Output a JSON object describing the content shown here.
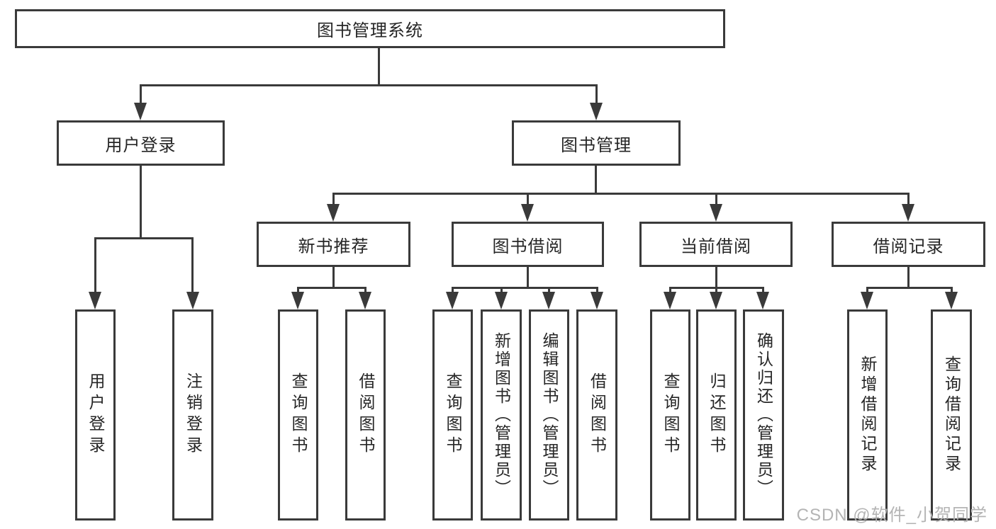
{
  "colors": {
    "line": "#3a3a3a",
    "box_border": "#3a3a3a",
    "text": "#262626",
    "watermark": "#b4b4b4",
    "background": "#ffffff"
  },
  "nodes": {
    "root": {
      "label": "图书管理系统"
    },
    "level2": [
      {
        "id": "user-login",
        "label": "用户登录"
      },
      {
        "id": "book-management",
        "label": "图书管理"
      }
    ],
    "level3": [
      {
        "id": "new-book-recommendation",
        "label": "新书推荐"
      },
      {
        "id": "book-borrowing",
        "label": "图书借阅"
      },
      {
        "id": "current-borrowing",
        "label": "当前借阅"
      },
      {
        "id": "borrowing-records",
        "label": "借阅记录"
      }
    ],
    "leaves": [
      {
        "id": "user-login",
        "label": "用户登录"
      },
      {
        "id": "logout",
        "label": "注销登录"
      },
      {
        "id": "newbook-query-books",
        "label": "查询图书"
      },
      {
        "id": "newbook-borrow-books",
        "label": "借阅图书"
      },
      {
        "id": "borrow-query-books",
        "label": "查询图书"
      },
      {
        "id": "borrow-add-books-admin",
        "label": "新增图书（管理员）"
      },
      {
        "id": "borrow-edit-books-admin",
        "label": "编辑图书（管理员）"
      },
      {
        "id": "borrow-borrow-books",
        "label": "借阅图书"
      },
      {
        "id": "current-query-books",
        "label": "查询图书"
      },
      {
        "id": "current-return-books",
        "label": "归还图书"
      },
      {
        "id": "current-confirm-return-admin",
        "label": "确认归还（管理员）"
      },
      {
        "id": "records-add-borrow-record",
        "label": "新增借阅记录"
      },
      {
        "id": "records-query-borrow-record",
        "label": "查询借阅记录"
      }
    ]
  },
  "watermark": {
    "text": "CSDN @软件_小贺同学"
  }
}
